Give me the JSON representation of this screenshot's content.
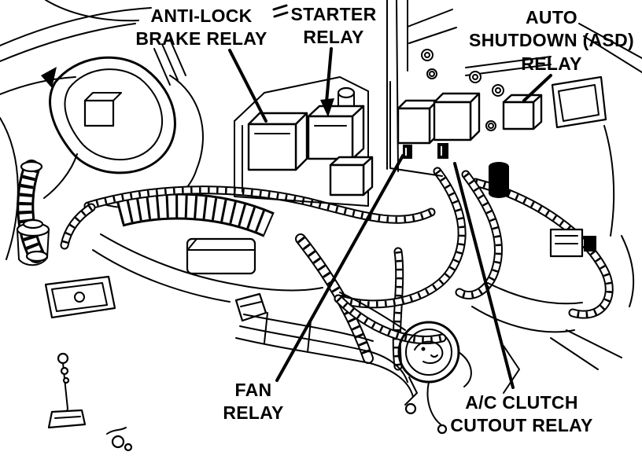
{
  "diagram": {
    "type": "engine-compartment-relay-location-line-art",
    "colors": {
      "ink": "#000000",
      "background": "#ffffff"
    },
    "labels": [
      {
        "id": "anti-lock-brake-relay",
        "text": "ANTI-LOCK\nBRAKE RELAY"
      },
      {
        "id": "starter-relay",
        "text": "STARTER\nRELAY"
      },
      {
        "id": "auto-shutdown-asd-relay",
        "text": "AUTO\nSHUTDOWN (ASD)\nRELAY"
      },
      {
        "id": "fan-relay",
        "text": "FAN\nRELAY"
      },
      {
        "id": "ac-clutch-cutout-relay",
        "text": "A/C CLUTCH\nCUTOUT RELAY"
      }
    ]
  }
}
